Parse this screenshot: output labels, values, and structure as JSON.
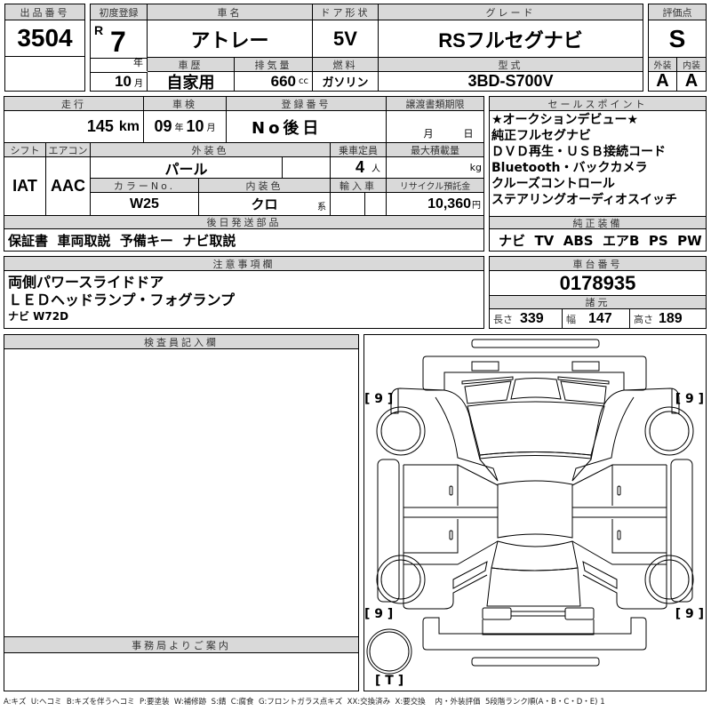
{
  "lot": {
    "label": "出品番号",
    "value": "3504"
  },
  "first_reg": {
    "label": "初度登録",
    "era": "R",
    "year": "7",
    "year_unit": "年",
    "month": "10",
    "month_unit": "月"
  },
  "car_name": {
    "label": "車名",
    "value": "アトレー"
  },
  "door": {
    "label": "ドア形状",
    "value": "5V"
  },
  "grade": {
    "label": "グレード",
    "value": "RSフルセグナビ"
  },
  "score": {
    "label": "評価点",
    "value": "S",
    "ext_label": "外装",
    "ext_value": "A",
    "int_label": "内装",
    "int_value": "A"
  },
  "history": {
    "label": "車歴",
    "value": "自家用"
  },
  "displacement": {
    "label": "排気量",
    "value": "660",
    "unit": "cc"
  },
  "fuel": {
    "label": "燃料",
    "value": "ガソリン"
  },
  "model": {
    "label": "型式",
    "value": "3BD-S700V"
  },
  "mileage": {
    "label": "走行",
    "value": "145",
    "unit": "km"
  },
  "inspection": {
    "label": "車検",
    "year": "09",
    "year_unit": "年",
    "month": "10",
    "month_unit": "月"
  },
  "reg_no": {
    "label": "登録番号",
    "value": "No後日"
  },
  "transfer": {
    "label": "譲渡書類期限",
    "month_unit": "月",
    "day_unit": "日"
  },
  "shift": {
    "label": "シフト",
    "value": "IAT"
  },
  "aircon": {
    "label": "エアコン",
    "value": "AAC"
  },
  "ext_color": {
    "label": "外装色",
    "value": "パール"
  },
  "capacity": {
    "label": "乗車定員",
    "value": "4",
    "unit": "人"
  },
  "max_load": {
    "label": "最大積載量",
    "value": "",
    "unit": "kg"
  },
  "color_no": {
    "label": "カラーNo.",
    "value": "W25"
  },
  "int_color": {
    "label": "内装色",
    "value": "クロ",
    "unit": "系"
  },
  "import": {
    "label": "輸入車"
  },
  "recycle": {
    "label": "リサイクル預託金",
    "value": "10,360",
    "unit": "円"
  },
  "later_parts": {
    "label": "後日発送部品",
    "value": "保証書  車両取説  予備キー  ナビ取説"
  },
  "sales_points": {
    "label": "セールスポイント",
    "lines": [
      "★オークションデビュー★",
      "純正フルセグナビ",
      "ＤＶＤ再生・ＵＳＢ接続コード",
      "Bluetooth・バックカメラ",
      "クルーズコントロール",
      "ステアリングオーディオスイッチ"
    ]
  },
  "equipment": {
    "label": "純正装備",
    "value": "ナビ  TV  ABS  エアB  PS  PW"
  },
  "notes": {
    "label": "注意事項欄",
    "lines": [
      "両側パワースライドドア",
      "ＬＥＤヘッドランプ・フォグランプ",
      "ナビ W72D"
    ]
  },
  "chassis": {
    "label": "車台番号",
    "value": "0178935"
  },
  "specs": {
    "label": "諸元",
    "length_label": "長さ",
    "length": "339",
    "width_label": "幅",
    "width": "147",
    "height_label": "高さ",
    "height": "189"
  },
  "inspector": {
    "label": "検査員記入欄"
  },
  "office": {
    "label": "事務局よりご案内"
  },
  "diagram": {
    "tire_fl": "[ 9 ]",
    "tire_fr": "[ 9 ]",
    "tire_rl": "[ 9 ]",
    "tire_rr": "[ 9 ]",
    "spare": "[ T ]"
  },
  "legend": "A:キズ  U:ヘコミ  B:キズを伴うヘコミ  P:要塗装  W:補修跡  S:錆  C:腐食  G:フロントガラス点キズ  XX:交換済み  X:要交換    内・外装評価  5段階ランク順(A・B・C・D・E) 1"
}
